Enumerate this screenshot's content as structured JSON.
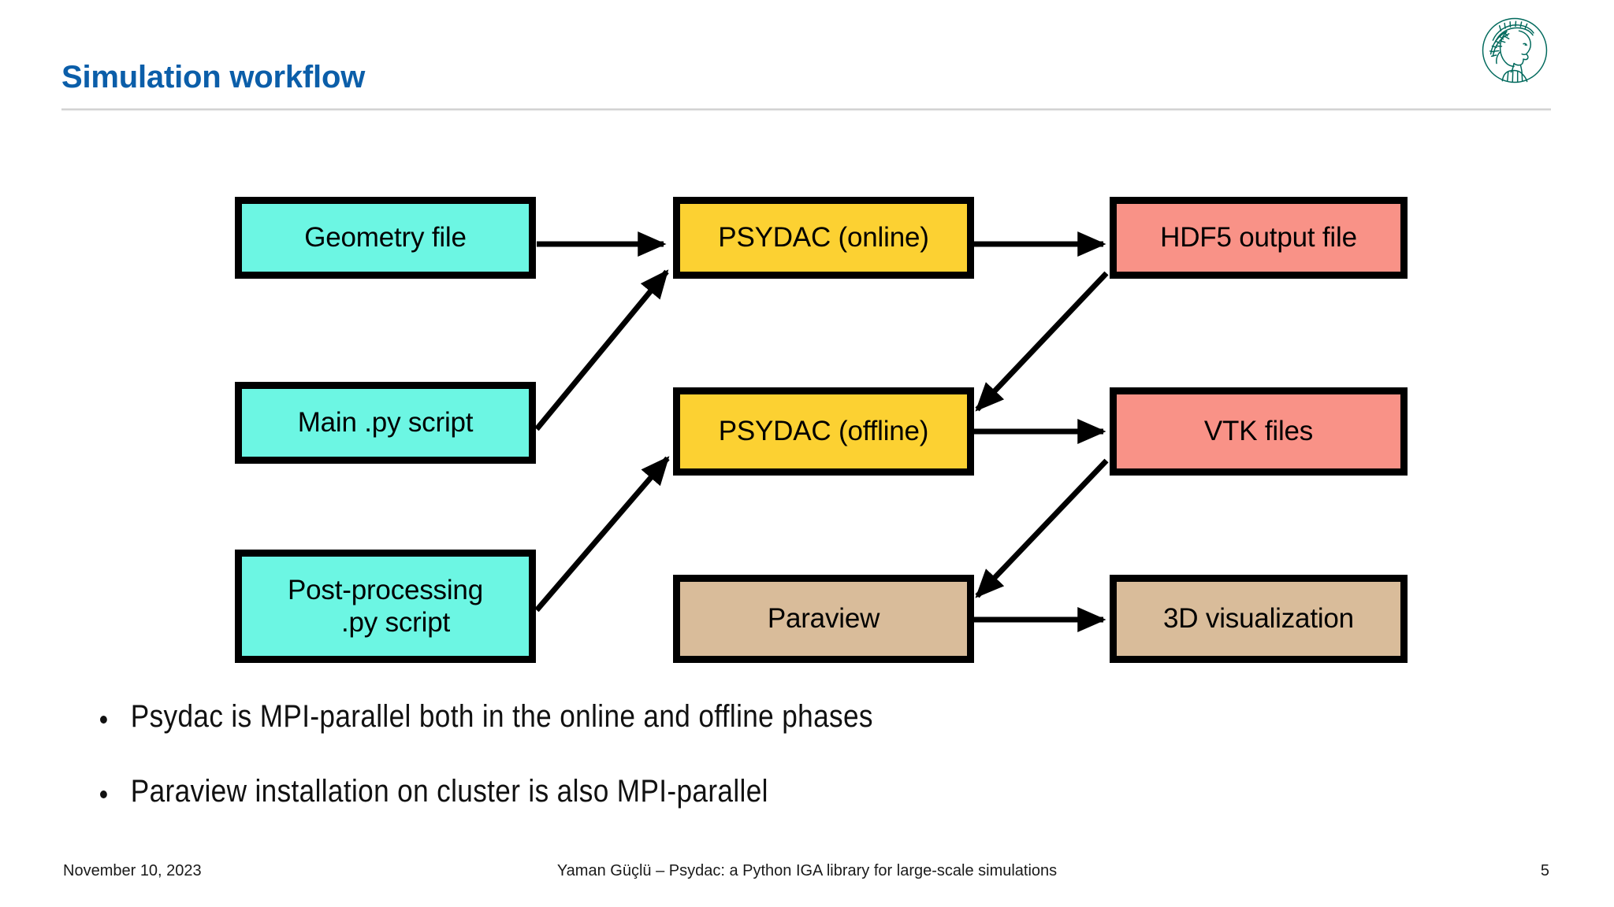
{
  "slide": {
    "title": "Simulation workflow",
    "logo_name": "max-planck-minerva-logo",
    "logo_color": "#00695c",
    "title_color": "#0b5ea9"
  },
  "diagram": {
    "nodes": [
      {
        "id": "geometry-file",
        "label": "Geometry file",
        "label2": "",
        "color": "#6cf6e3",
        "color_name": "cyan"
      },
      {
        "id": "main-py-script",
        "label": "Main .py script",
        "label2": "",
        "color": "#6cf6e3",
        "color_name": "cyan"
      },
      {
        "id": "post-processing",
        "label": "Post-processing",
        "label2": ".py script",
        "color": "#6cf6e3",
        "color_name": "cyan"
      },
      {
        "id": "psydac-online",
        "label": "PSYDAC (online)",
        "label2": "",
        "color": "#fcd132",
        "color_name": "yellow"
      },
      {
        "id": "psydac-offline",
        "label": "PSYDAC (offline)",
        "label2": "",
        "color": "#fcd132",
        "color_name": "yellow"
      },
      {
        "id": "paraview",
        "label": "Paraview",
        "label2": "",
        "color": "#d9bc9a",
        "color_name": "tan"
      },
      {
        "id": "hdf5-output-file",
        "label": "HDF5 output file",
        "label2": "",
        "color": "#f99287",
        "color_name": "salmon"
      },
      {
        "id": "vtk-files",
        "label": "VTK files",
        "label2": "",
        "color": "#f99287",
        "color_name": "salmon"
      },
      {
        "id": "3d-visualization",
        "label": "3D visualization",
        "label2": "",
        "color": "#d9bc9a",
        "color_name": "tan"
      }
    ],
    "edges": [
      {
        "from": "geometry-file",
        "to": "psydac-online"
      },
      {
        "from": "main-py-script",
        "to": "psydac-online"
      },
      {
        "from": "psydac-online",
        "to": "hdf5-output-file"
      },
      {
        "from": "post-processing",
        "to": "psydac-offline"
      },
      {
        "from": "hdf5-output-file",
        "to": "psydac-offline"
      },
      {
        "from": "psydac-offline",
        "to": "vtk-files"
      },
      {
        "from": "vtk-files",
        "to": "paraview"
      },
      {
        "from": "paraview",
        "to": "3d-visualization"
      }
    ]
  },
  "bullets": [
    "Psydac is MPI-parallel both in the online and offline phases",
    "Paraview installation on cluster is also MPI-parallel"
  ],
  "footer": {
    "date": "November 10, 2023",
    "center": "Yaman Güçlü – Psydac: a Python IGA library for large-scale simulations",
    "page": "5"
  }
}
